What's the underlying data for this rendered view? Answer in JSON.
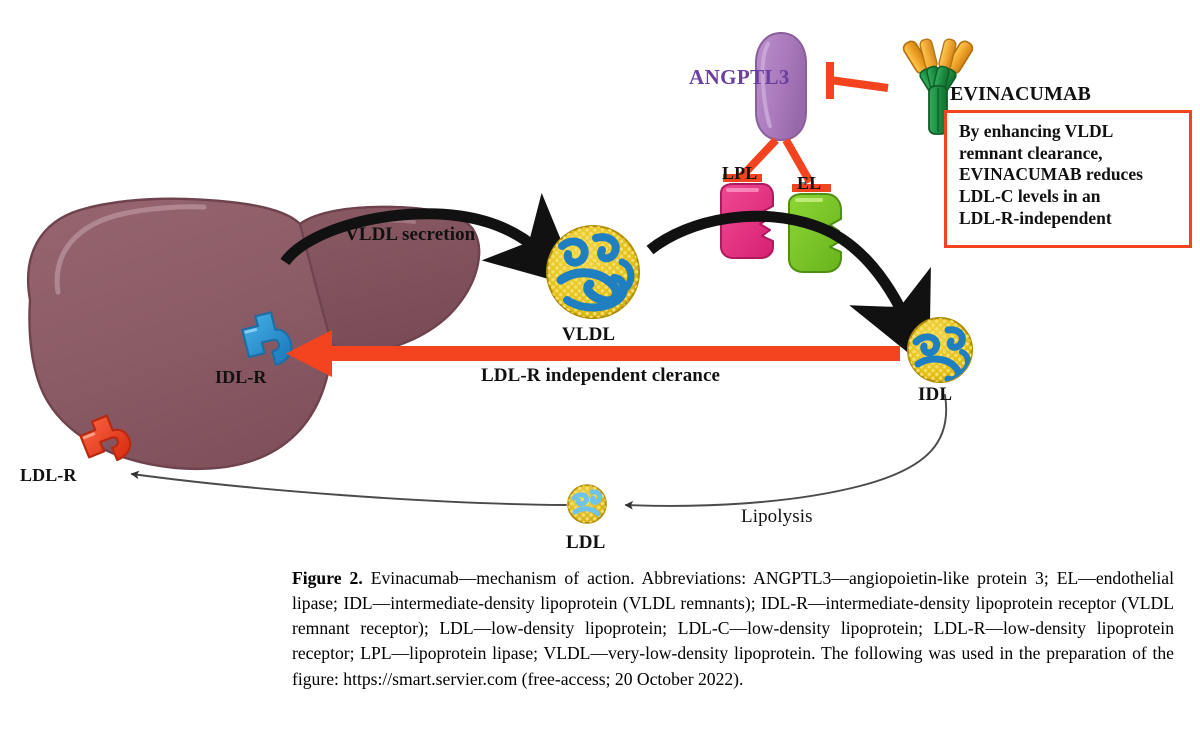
{
  "figure": {
    "background": "#ffffff",
    "accent_red": "#f4441f",
    "liver_color": "#8d5d67",
    "angptl3_color": "#ab7bbd",
    "lpl_color": "#e8337f",
    "el_color": "#79c425",
    "antibody_green": "#1f9146",
    "antibody_orange": "#f0a32a",
    "receptor_blue": "#2e9bd6",
    "receptor_red": "#f04a2a",
    "lipoprotein_yellow": "#e8c41f",
    "lipoprotein_blue": "#1f7fc0"
  },
  "diagram": {
    "labels": {
      "angptl3": "ANGPTL3",
      "evinacumab": "EVINACUMAB",
      "lpl": "LPL",
      "el": "EL",
      "vldl_secretion": "VLDL secretion",
      "vldl": "VLDL",
      "idl": "IDL",
      "idl_receptor": "IDL-R",
      "ldl_receptor": "LDL-R",
      "ldlr_independent_clearance": "LDL-R independent clerance",
      "lipolysis": "Lipolysis",
      "ldl": "LDL"
    },
    "callout": {
      "text": "By enhancing VLDL\nremnant clearance,\nEVINACUMAB reduces\nLDL-C levels in an\nLDL-R-independent",
      "border_color": "#f4441f"
    }
  },
  "caption": {
    "label": "Figure 2.",
    "body": " Evinacumab—mechanism of action. Abbreviations: ANGPTL3—angiopoietin-like protein 3; EL—endothelial lipase; IDL—intermediate-density lipoprotein (VLDL remnants); IDL-R—intermediate-density lipoprotein receptor (VLDL remnant receptor); LDL—low-density lipoprotein; LDL-C—low-density lipoprotein; LDL-R—low-density lipoprotein receptor; LPL—lipoprotein lipase; VLDL—very-low-density lipoprotein. The following was used in the preparation of the figure: https://smart.servier.com (free-access; 20 October 2022)."
  }
}
